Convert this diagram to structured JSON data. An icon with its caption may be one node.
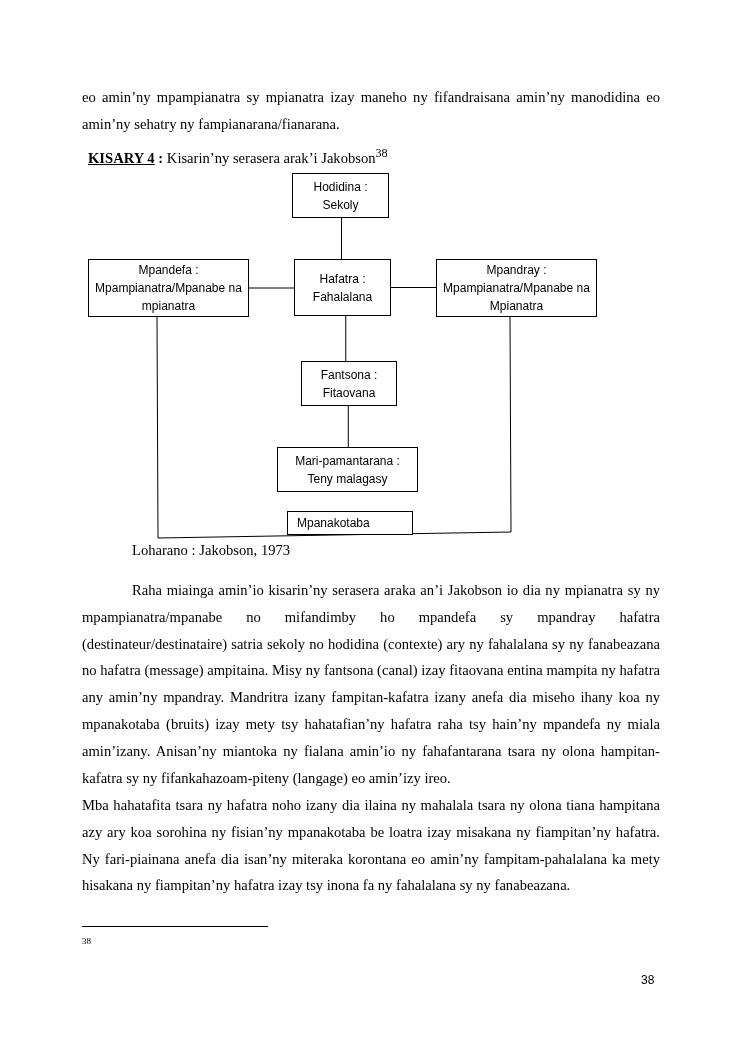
{
  "diagram": {
    "title": "**KISARY 4** **:** Kisarin’ny serasera arak’i Jakobson$^{38}$",
    "caption": "Loharano : Jakobson, 1973",
    "nodes": [
      {
        "text": [
          "Hodidina : Sekoly"
        ]
      },
      {
        "text": [
          "Mpandefa : Mpampianatra/Mpanabe na mpianatra"
        ]
      },
      {
        "text": [
          "Hafatra : Fahalalana"
        ]
      },
      {
        "text": [
          "Mpandray : Mpampianatra/Mpanabe na Mpianatra"
        ]
      },
      {
        "text": [
          "Fantsona : Fitaovana"
        ]
      },
      {
        "text": [
          "Mari-pamantarana : Teny malagasy"
        ]
      },
      {
        "text": [
          "Mpanakotaba"
        ]
      }
    ],
    "edges": [
      {
        "from": 0,
        "to": 2,
        "arrow": "none"
      },
      {
        "from": 1,
        "to": 2,
        "arrow": "none"
      },
      {
        "from": 2,
        "to": 3,
        "arrow": "none"
      },
      {
        "from": 2,
        "to": 4,
        "arrow": "none"
      },
      {
        "from": 4,
        "to": 5,
        "arrow": "none"
      },
      {
        "from": 1,
        "to": 3,
        "arrow": "none"
      }
    ],
    "labels": [
      "eo amin’ny mpampianatra sy mpianatra izay maneho ny fifandraisana amin’ny manodidina eo amin’ny sehatry ny fampianarana/fianarana.",
      "Raha miainga amin’io kisarin’ny serasera araka an’i Jakobson io dia ny mpianatra sy ny mpampianatra/mpanabe no mifandimby ho mpandefa sy mpandray hafatra (destinateur/destinataire) satria sekoly no hodidina (contexte) ary ny fahalalana sy ny fanabeazana no hafatra (message) ampitaina. Misy ny fantsona (canal) izay fitaovana entina mampita ny hafatra any amin’ny mpandray. Mandritra izany fampitan-kafatra izany anefa dia miseho ihany koa ny mpanakotaba (bruits) izay mety tsy hahatafian’ny hafatra raha tsy hain’ny mpandefa ny miala amin’izany. Anisan’ny miantoka ny fialana amin’io ny fahafantarana tsara ny olona hampitan-kafatra sy ny fifankahazoam-piteny (langage) eo amin’izy ireo.",
      "Mba hahatafita tsara ny hafatra noho izany dia ilaina ny mahalala tsara ny olona tiana hampitana azy ary koa sorohina ny fisian’ny mpanakotaba be loatra izay misakana ny fiampitan’ny hafatra. Ny fari-piainana anefa dia isan’ny miteraka korontana eo amin’ny fampitam-pahalalana ka mety hisakana ny fiampitan’ny hafatra izay tsy inona fa ny fahalalana sy ny fanabeazana.",
      "38",
      "38"
    ]
  }
}
